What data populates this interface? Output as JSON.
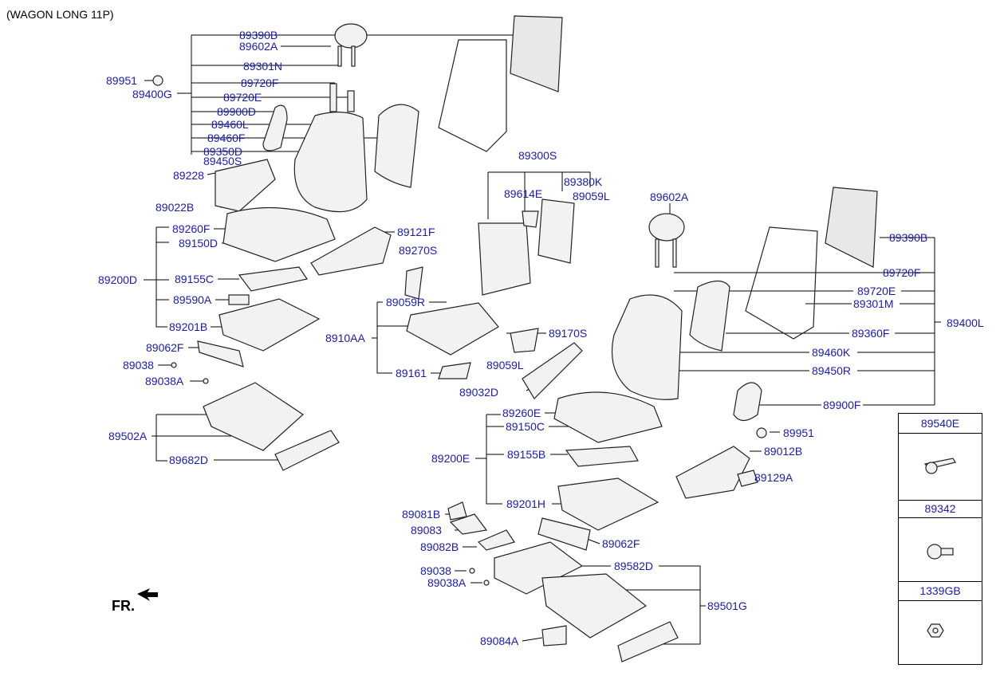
{
  "title": "(WAGON LONG 11P)",
  "fr_label": "FR.",
  "labels": {
    "l89951a": "89951",
    "l89400G": "89400G",
    "l89390Ba": "89390B",
    "l89602Aa": "89602A",
    "l89301N": "89301N",
    "l89720Fa": "89720F",
    "l89720Ea": "89720E",
    "l89900D": "89900D",
    "l89460L": "89460L",
    "l89460F": "89460F",
    "l89350D": "89350D",
    "l89450S": "89450S",
    "l89228": "89228",
    "l89022B": "89022B",
    "l89260F": "89260F",
    "l89150D": "89150D",
    "l89121F": "89121F",
    "l89200D": "89200D",
    "l89155C": "89155C",
    "l89590A": "89590A",
    "l89201B": "89201B",
    "l89062Fa": "89062F",
    "l89038a": "89038",
    "l89038Aa": "89038A",
    "l89502A": "89502A",
    "l89682D": "89682D",
    "l89300S": "89300S",
    "l89614E": "89614E",
    "l89380K": "89380K",
    "l89059La": "89059L",
    "l89270S": "89270S",
    "l89059R": "89059R",
    "l8910AA": "8910AA",
    "l89170S": "89170S",
    "l89059Lb": "89059L",
    "l89161": "89161",
    "l89032D": "89032D",
    "l89602Ab": "89602A",
    "l89390Bb": "89390B",
    "l89720Fb": "89720F",
    "l89720Eb": "89720E",
    "l89301M": "89301M",
    "l89400L": "89400L",
    "l89360F": "89360F",
    "l89460K": "89460K",
    "l89450R": "89450R",
    "l89900F": "89900F",
    "l89260E": "89260E",
    "l89150C": "89150C",
    "l89951b": "89951",
    "l89200E": "89200E",
    "l89155B": "89155B",
    "l89012B": "89012B",
    "l89129A": "89129A",
    "l89201H": "89201H",
    "l89081B": "89081B",
    "l89083": "89083",
    "l89082B": "89082B",
    "l89062Fb": "89062F",
    "l89038b": "89038",
    "l89038Ab": "89038A",
    "l89582D": "89582D",
    "l89501G": "89501G",
    "l89084A": "89084A"
  },
  "legend": {
    "item1": "89540E",
    "item2": "89342",
    "item3": "1339GB"
  },
  "colors": {
    "label": "#1a1ab5",
    "line": "#000000",
    "part_fill": "#f2f2f2",
    "part_stroke": "#222222"
  }
}
